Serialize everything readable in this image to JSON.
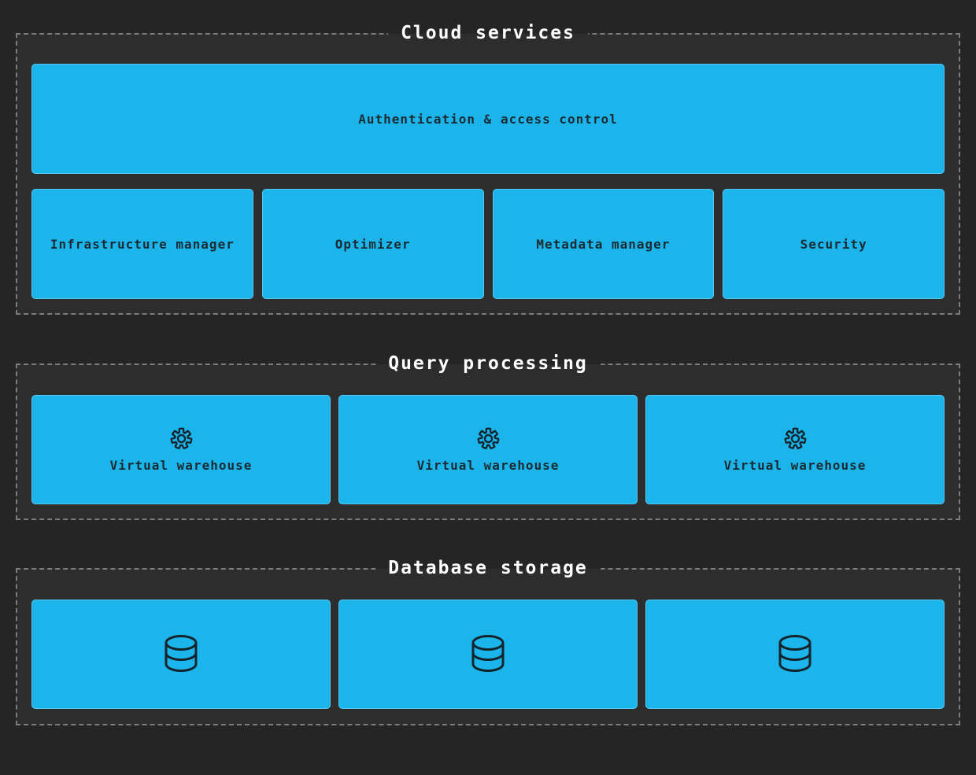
{
  "diagram": {
    "colors": {
      "page_background": "#252525",
      "section_background": "#2d2d2d",
      "section_border": "#7d7d7d",
      "node_fill": "#1cb5eb",
      "node_border": "#55c7f0",
      "node_text": "#1b2b33",
      "title_text": "#ffffff"
    },
    "sections": [
      {
        "title": "Cloud services",
        "wide_box": {
          "label": "Authentication & access control"
        },
        "boxes": [
          {
            "label": "Infrastructure manager"
          },
          {
            "label": "Optimizer"
          },
          {
            "label": "Metadata manager"
          },
          {
            "label": "Security"
          }
        ]
      },
      {
        "title": "Query processing",
        "boxes": [
          {
            "icon": "gear-icon",
            "label": "Virtual warehouse"
          },
          {
            "icon": "gear-icon",
            "label": "Virtual warehouse"
          },
          {
            "icon": "gear-icon",
            "label": "Virtual warehouse"
          }
        ]
      },
      {
        "title": "Database storage",
        "boxes": [
          {
            "icon": "database-icon"
          },
          {
            "icon": "database-icon"
          },
          {
            "icon": "database-icon"
          }
        ]
      }
    ]
  }
}
